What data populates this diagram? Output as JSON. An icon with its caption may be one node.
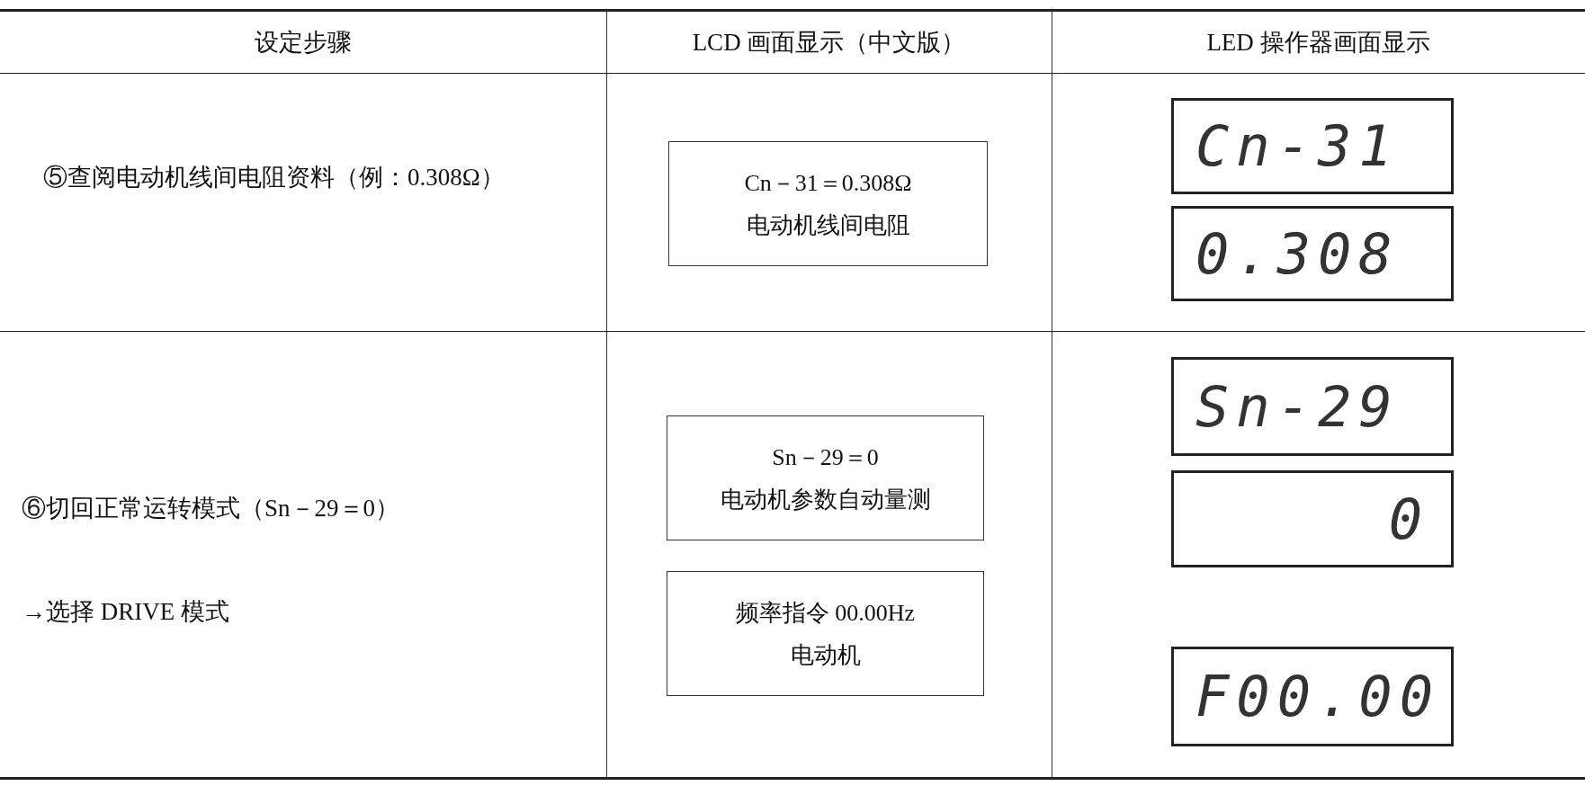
{
  "diagram": {
    "nodes": [
      {
        "text": [
          "Cn－31＝0.308Ω",
          "电动机线间电阻"
        ]
      },
      {
        "text": [
          "Cn-31"
        ]
      },
      {
        "text": [
          "0.308"
        ]
      },
      {
        "text": [
          "Sn－29＝0",
          "电动机参数自动量测"
        ]
      },
      {
        "text": [
          "Sn-29"
        ]
      },
      {
        "text": [
          "0"
        ]
      },
      {
        "text": [
          "频率指令 00.00Hz",
          "电动机"
        ]
      },
      {
        "text": [
          "F00.00"
        ]
      }
    ],
    "labels": [
      "设定步骤",
      "LCD 画面显示（中文版）",
      "LED 操作器画面显示",
      "⑤查阅电动机线间电阻资料（例：0.308Ω）",
      "⑥切回正常运转模式（Sn－29＝0）",
      "→选择 DRIVE 模式"
    ]
  }
}
